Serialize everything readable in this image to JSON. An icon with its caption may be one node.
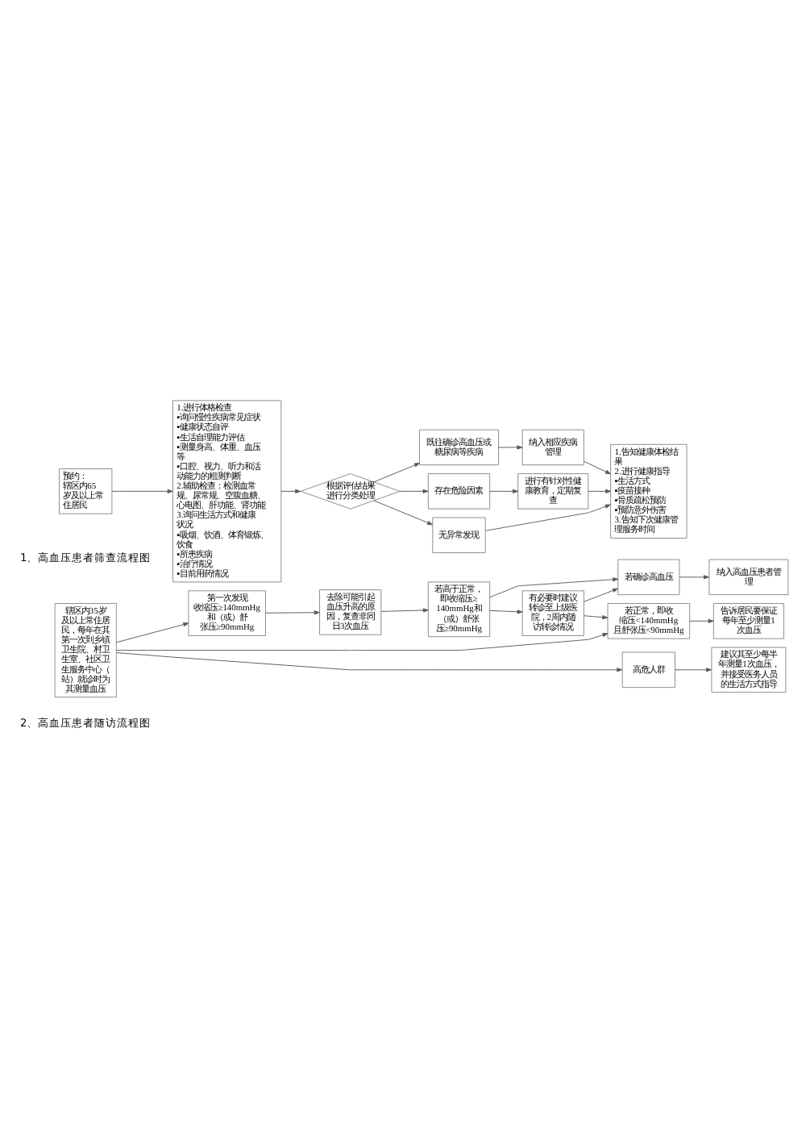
{
  "diagram": {
    "nodes": [
      {
        "text": [
          "预约：",
          "辖区内65岁及以上常住居民"
        ]
      },
      {
        "text": [
          "1.进行体格检查",
          "▪询问慢性疾病常见症状",
          "▪健康状态自评",
          "▪生活自理能力评估",
          "▪测量身高、体重、血压等",
          "▪口腔、视力、听力和活动能力的粗测判断",
          "2.辅助检查：检测血常规、尿常规、空腹血糖、心电图、肝功能、肾功能",
          "3.询问生活方式和健康状况",
          "▪吸烟、饮酒、体育锻炼、饮食",
          "▪所患疾病",
          "▪治疗情况",
          "▪目前用药情况"
        ]
      },
      {
        "text": [
          "根据评估结果进行分类处理"
        ]
      },
      {
        "text": [
          "既往确诊高血压或糖尿病等疾病"
        ]
      },
      {
        "text": [
          "纳入相应疾病管理"
        ]
      },
      {
        "text": [
          "存在危险因素"
        ]
      },
      {
        "text": [
          "进行有针对性健康教育，定期复查"
        ]
      },
      {
        "text": [
          "无异常发现"
        ]
      },
      {
        "text": [
          "1.告知健康体检结果",
          "2.进行健康指导",
          "▪生活方式",
          "▪疫苗接种",
          "▪骨质疏松预防",
          "▪预防意外伤害",
          "3.告知下次健康管理服务时间"
        ]
      },
      {
        "text": [
          "辖区内35岁及以上常住居民，每年在其第一次到乡镇卫生院、村卫生室、社区卫生服务中心（站）就诊时为其测量血压"
        ]
      },
      {
        "text": [
          "第一次发现收缩压≥140mmHg和（或）舒张压≥90mmHg"
        ]
      },
      {
        "text": [
          "去除可能引起血压升高的原因，复查非同日3次血压"
        ]
      },
      {
        "text": [
          "若高于正常，即收缩压≥140mmHg和（或）舒张压≥90mmHg"
        ]
      },
      {
        "text": [
          "有必要时建议转诊至上级医院，2周内随访转诊情况"
        ]
      },
      {
        "text": [
          "若确诊高血压"
        ]
      },
      {
        "text": [
          "纳入高血压患者管理"
        ]
      },
      {
        "text": [
          "若正常，即收缩压<140mmHg且舒张压<90mmHg"
        ]
      },
      {
        "text": [
          "告诉居民要保证每年至少测量1次血压"
        ]
      },
      {
        "text": [
          "高危人群"
        ]
      },
      {
        "text": [
          "建议其至少每半年测量1次血压，并接受医务人员的生活方式指导"
        ]
      }
    ],
    "edges": [
      {
        "from": 0,
        "to": 1,
        "arrow": "to"
      },
      {
        "from": 1,
        "to": 2,
        "arrow": "to"
      },
      {
        "from": 2,
        "to": 3,
        "arrow": "to"
      },
      {
        "from": 2,
        "to": 5,
        "arrow": "to"
      },
      {
        "from": 2,
        "to": 7,
        "arrow": "to"
      },
      {
        "from": 3,
        "to": 4,
        "arrow": "to"
      },
      {
        "from": 5,
        "to": 6,
        "arrow": "to"
      },
      {
        "from": 4,
        "to": 8,
        "arrow": "to"
      },
      {
        "from": 6,
        "to": 8,
        "arrow": "to"
      },
      {
        "from": 7,
        "to": 8,
        "arrow": "to"
      },
      {
        "from": 9,
        "to": 10,
        "arrow": "to"
      },
      {
        "from": 9,
        "to": 16,
        "arrow": "to"
      },
      {
        "from": 9,
        "to": 18,
        "arrow": "to"
      },
      {
        "from": 10,
        "to": 11,
        "arrow": "to"
      },
      {
        "from": 11,
        "to": 12,
        "arrow": "to"
      },
      {
        "from": 12,
        "to": 13,
        "arrow": "to"
      },
      {
        "from": 12,
        "to": 14,
        "arrow": "to"
      },
      {
        "from": 13,
        "to": 14,
        "arrow": "to"
      },
      {
        "from": 13,
        "to": 16,
        "arrow": "to"
      },
      {
        "from": 14,
        "to": 15,
        "arrow": "to"
      },
      {
        "from": 16,
        "to": 17,
        "arrow": "to"
      },
      {
        "from": 18,
        "to": 19,
        "arrow": "to"
      }
    ],
    "labels": [
      "1、高血压患者筛查流程图",
      "2、高血压患者随访流程图"
    ]
  }
}
